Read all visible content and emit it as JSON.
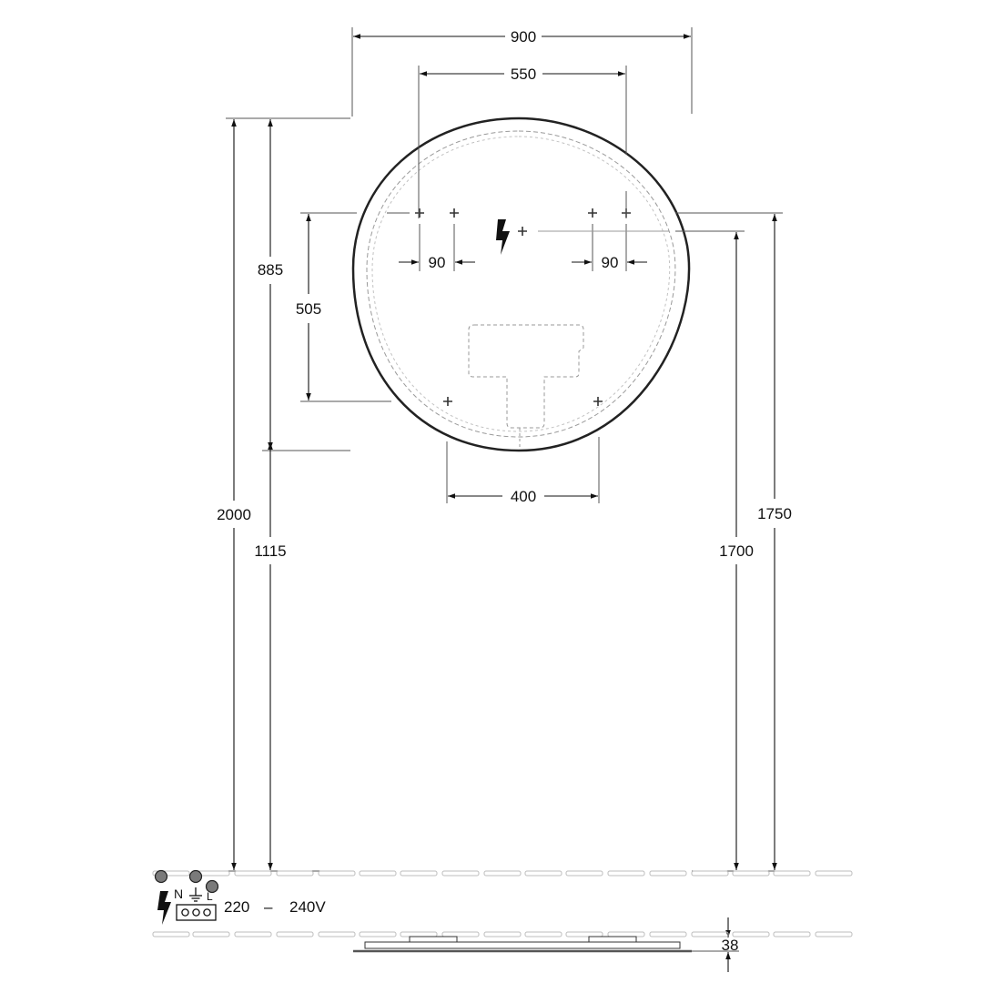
{
  "dimensions": {
    "overall_width": "900",
    "mount_span_top": "550",
    "left_screw_spacing": "90",
    "right_screw_spacing": "90",
    "vertical_screw_spacing": "505",
    "top_to_center": "885",
    "overall_height": "2000",
    "center_to_floor": "1115",
    "bottom_screw_spacing": "400",
    "outlet_height": "1700",
    "top_screw_height": "1750",
    "depth": "38"
  },
  "electrical": {
    "voltage_min": "220",
    "voltage_separator": "–",
    "voltage_max": "240V",
    "terminal_n": "N",
    "terminal_l": "L"
  },
  "colors": {
    "line": "#111111",
    "frame": "#222222",
    "hidden": "#9a9a9a",
    "wall_tile": "#bdbdbd",
    "glass_edge": "#555555",
    "terminal_fill": "#7a7a7a"
  },
  "icons": [
    "lightning-icon",
    "ground-icon",
    "terminal-block-icon",
    "screw-cross-icon"
  ]
}
